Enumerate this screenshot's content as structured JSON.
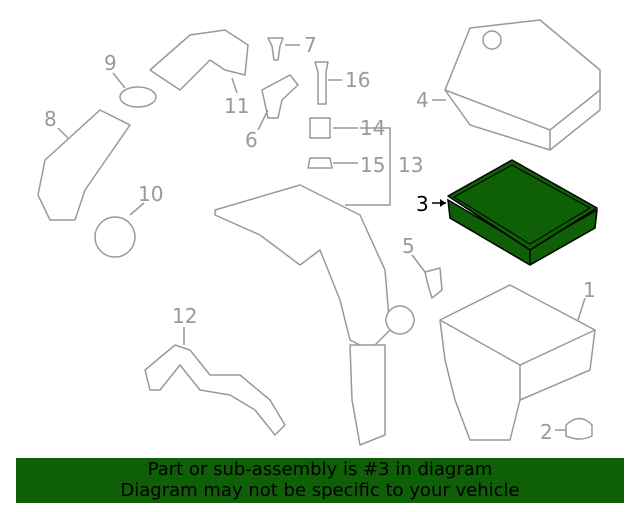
{
  "callouts": [
    "1",
    "2",
    "3",
    "4",
    "5",
    "6",
    "7",
    "8",
    "9",
    "10",
    "11",
    "12",
    "13",
    "14",
    "15",
    "16"
  ],
  "highlighted_part": "3",
  "colors": {
    "highlight": "#0f5f07",
    "line": "#999999",
    "banner": "#0f5f07"
  },
  "banner": {
    "line1": "Part or sub-assembly is #3 in diagram",
    "line2": "Diagram may not be specific to your vehicle"
  }
}
